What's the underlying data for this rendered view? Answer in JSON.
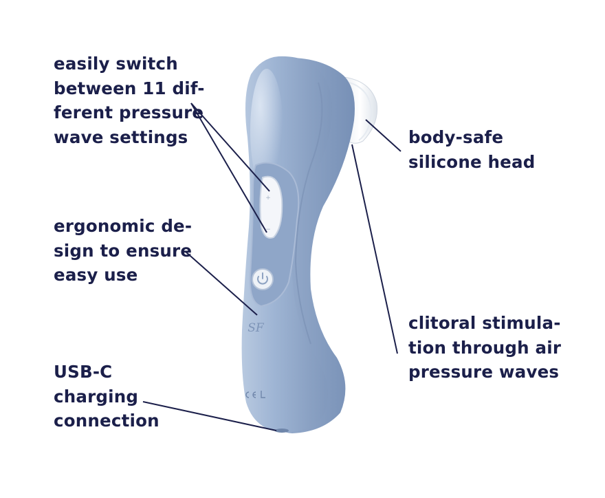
{
  "annotations": {
    "pressure_settings": [
      "easily switch",
      "between 11 dif-",
      "ferent pressure",
      "wave settings"
    ],
    "ergonomic": [
      "ergonomic de-",
      "sign to ensure",
      "easy use"
    ],
    "usb": [
      "USB-C",
      "charging",
      "connection"
    ],
    "head": [
      "body-safe",
      "silicone head"
    ],
    "stimulation": [
      "clitoral stimula-",
      "tion through air",
      "pressure waves"
    ]
  },
  "device": {
    "logo_mark": "SF",
    "color": "#93a9c8",
    "accent_color": "#ffffff",
    "text_color": "#1b1f4a"
  }
}
